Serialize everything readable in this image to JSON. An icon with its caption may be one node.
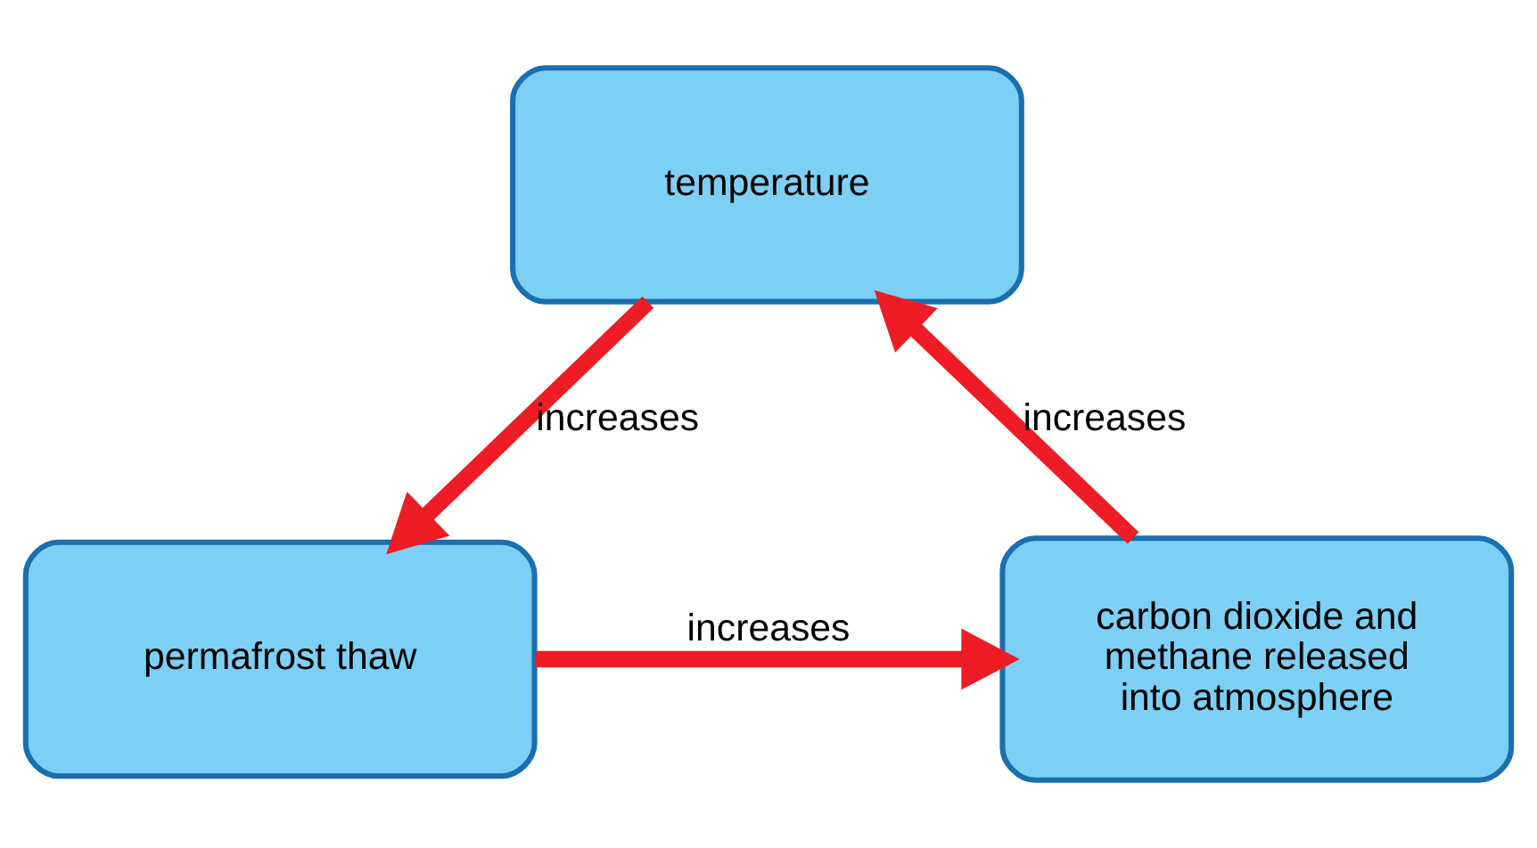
{
  "diagram": {
    "nodes": [
      {
        "text": [
          "temperature"
        ]
      },
      {
        "text": [
          "permafrost thaw"
        ]
      },
      {
        "text": [
          "carbon dioxide and methane released into atmosphere"
        ]
      }
    ],
    "edges": [
      {
        "from": 0,
        "to": 1,
        "arrow": "to",
        "label": "increases"
      },
      {
        "from": 1,
        "to": 2,
        "arrow": "to",
        "label": "increases"
      },
      {
        "from": 2,
        "to": 0,
        "arrow": "to",
        "label": "increases"
      }
    ]
  }
}
